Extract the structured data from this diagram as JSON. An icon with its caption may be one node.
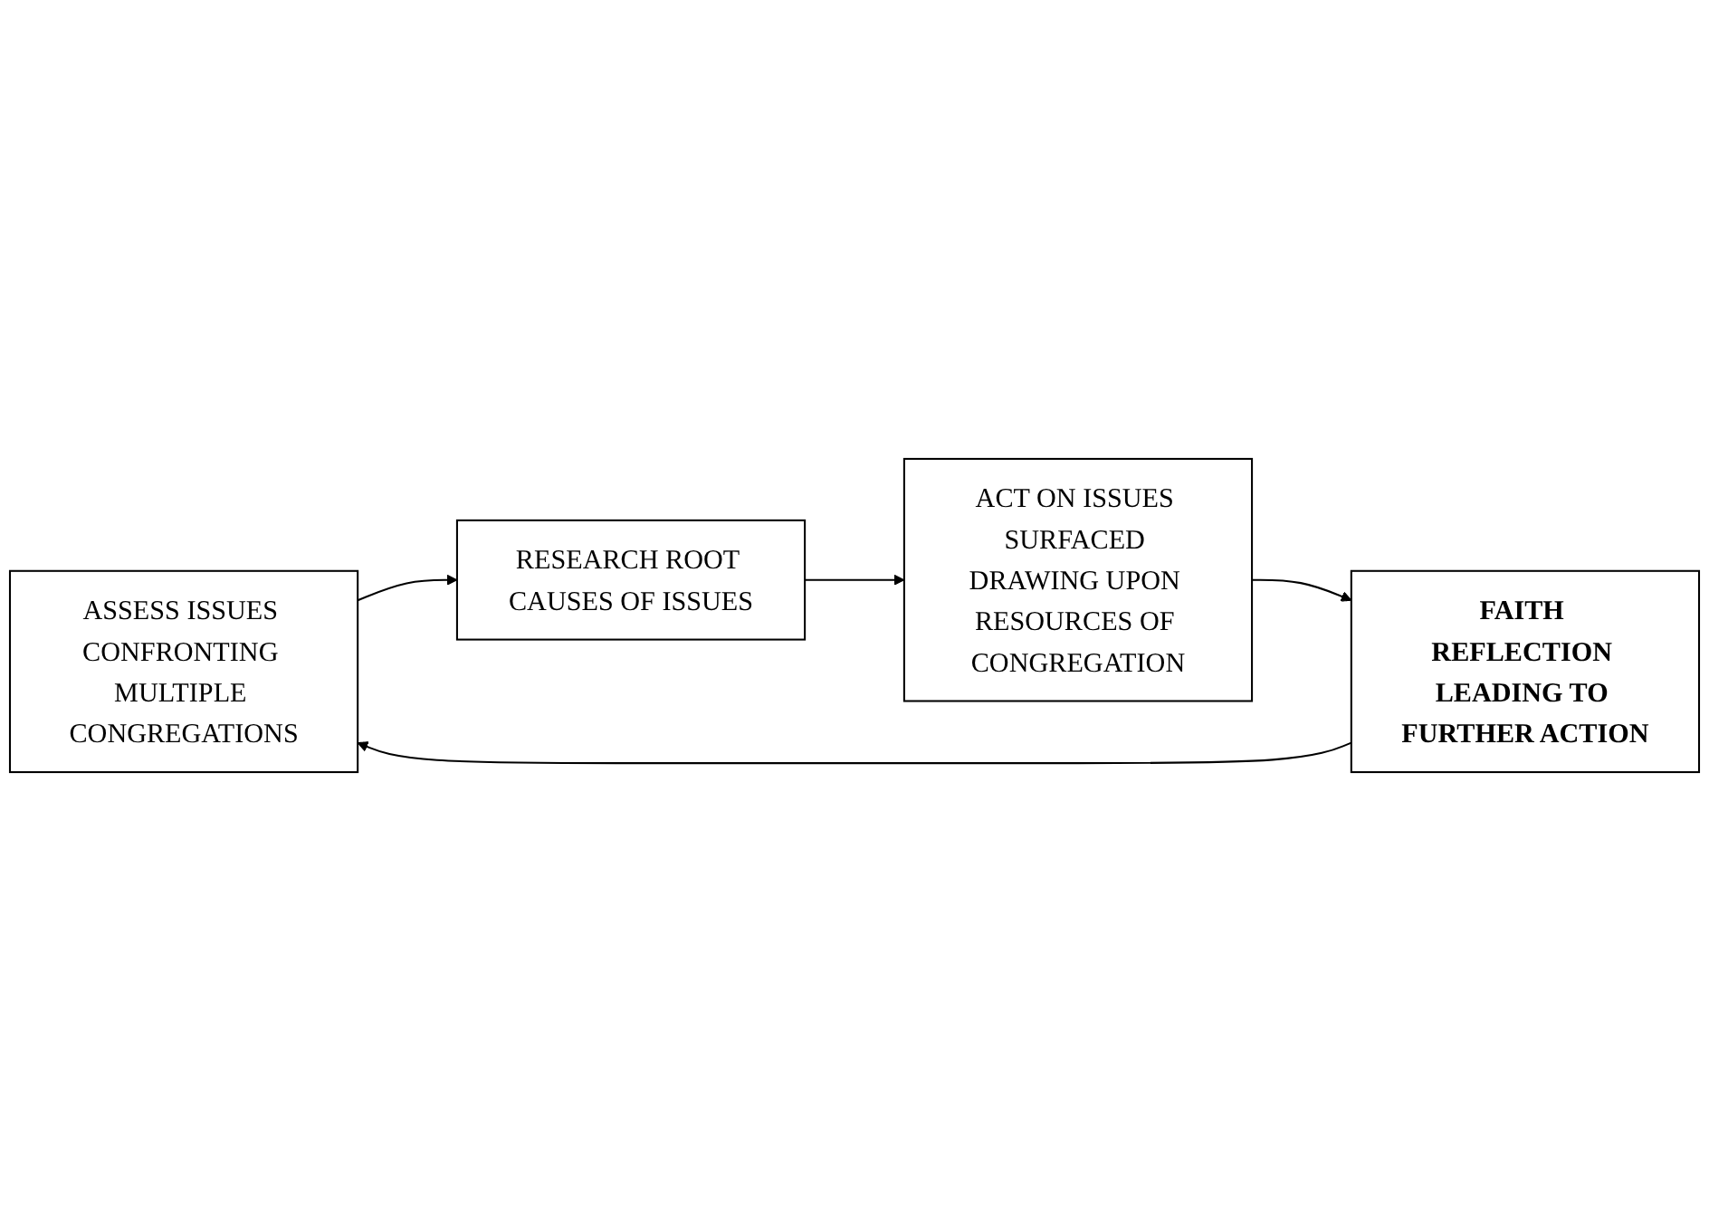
{
  "diagram": {
    "nodes": [
      {
        "text": [
          "ASSESS ISSUES CONFRONTING MULTIPLE CONGREGATIONS"
        ]
      },
      {
        "text": [
          "RESEARCH ROOT CAUSES OF ISSUES"
        ]
      },
      {
        "text": [
          "ACT ON ISSUES SURFACED DRAWING UPON RESOURCES OF CONGREGATION"
        ]
      },
      {
        "text": [
          "FAITH REFLECTION LEADING TO FURTHER ACTION"
        ]
      }
    ],
    "edges": [
      {
        "from": 0,
        "to": 1,
        "arrow": "to"
      },
      {
        "from": 1,
        "to": 2,
        "arrow": "to"
      },
      {
        "from": 2,
        "to": 3,
        "arrow": "to"
      },
      {
        "from": 3,
        "to": 0,
        "arrow": "to"
      }
    ]
  }
}
